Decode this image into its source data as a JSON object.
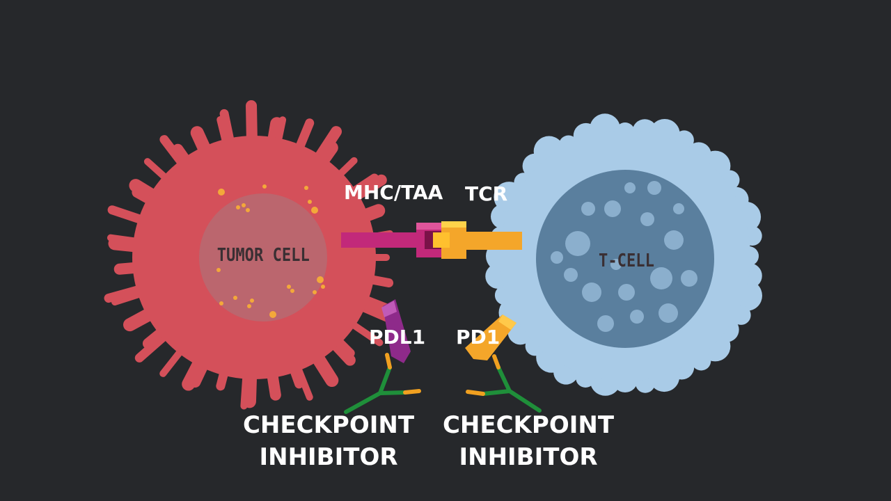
{
  "labels": {
    "tumor_cell": "TUMOR CELL",
    "t_cell": "T-CELL",
    "mhc_taa": "MHC/TAA",
    "tcr": "TCR",
    "pdl1": "PDL1",
    "pd1": "PD1",
    "checkpoint_inhibitor_left": {
      "line1": "CHECKPOINT",
      "line2": "INHIBITOR"
    },
    "checkpoint_inhibitor_right": {
      "line1": "CHECKPOINT",
      "line2": "INHIBITOR"
    }
  },
  "colors": {
    "background": "#26282b",
    "tumor_cell": "#d4505a",
    "tumor_nucleus": "#b66a72",
    "t_cell_outer": "#a9cbe7",
    "t_cell_inner": "#5a7f9e",
    "mhc": "#c2297a",
    "tcr": "#f4a62a",
    "antibody_arm": "#1f8f3a",
    "antibody_tip": "#f0a020"
  }
}
